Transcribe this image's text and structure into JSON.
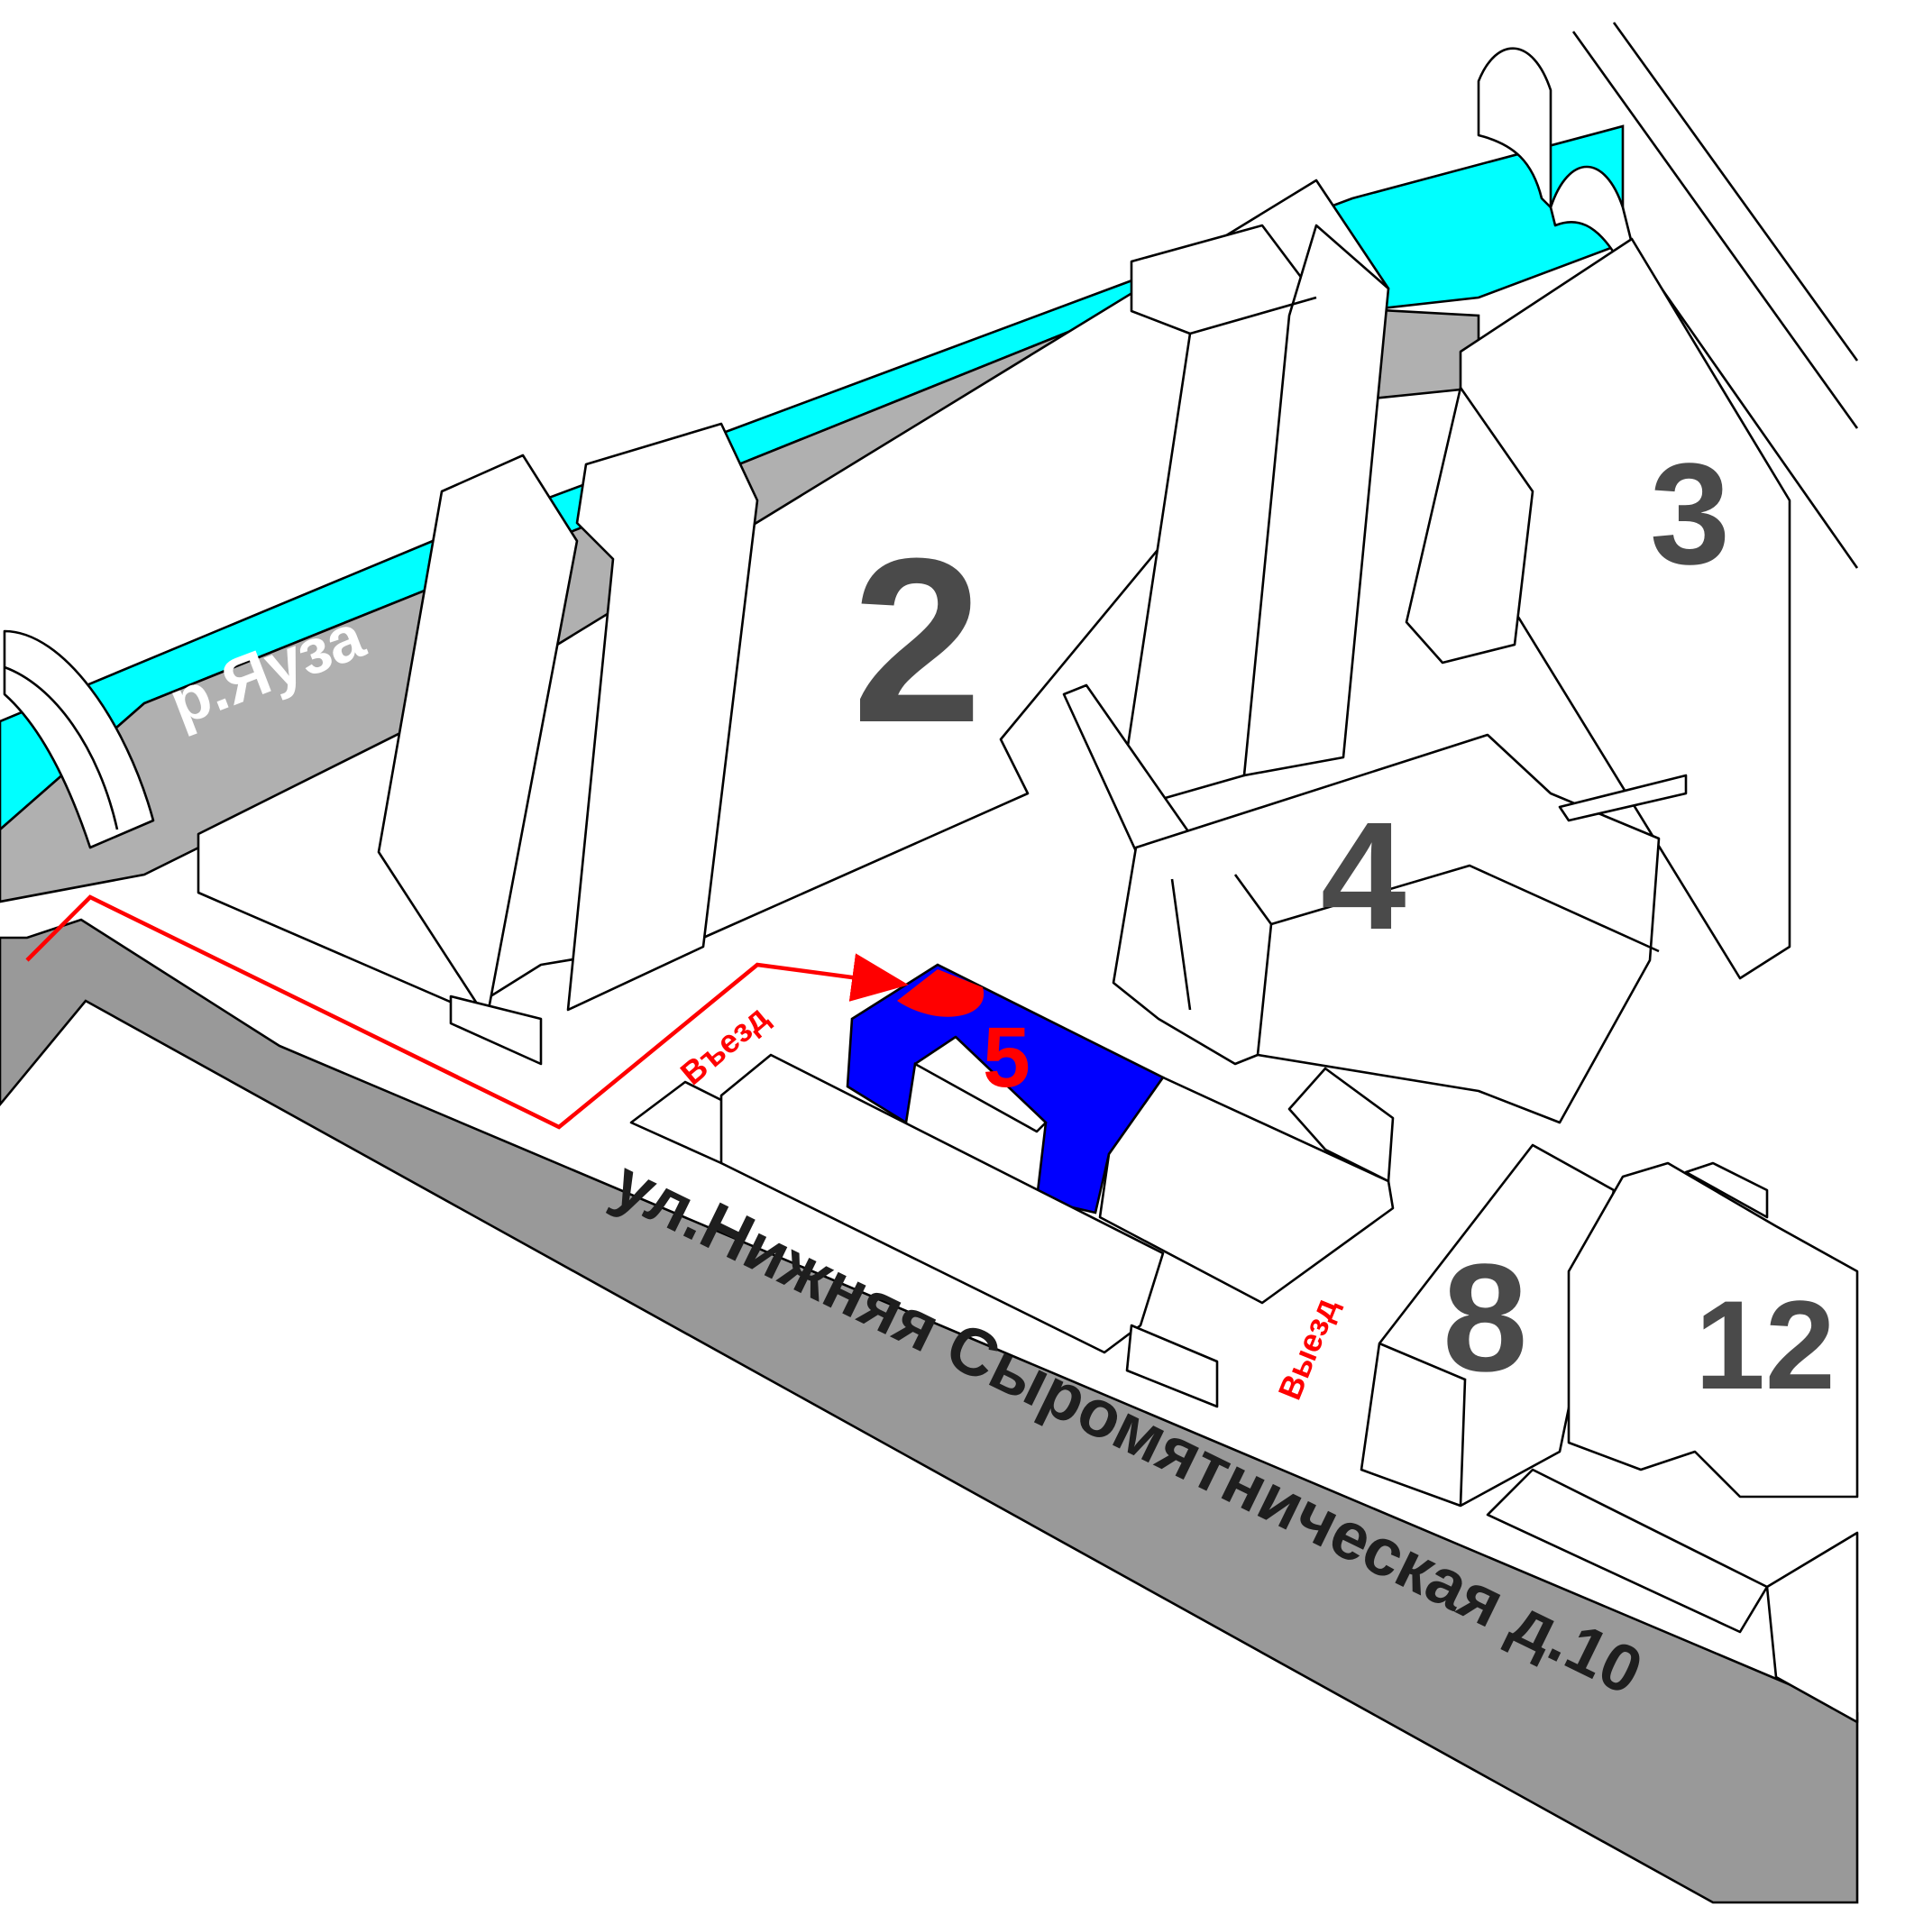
{
  "river": {
    "label": "р.Яуза"
  },
  "street": {
    "label": "ул.Нижняя Сыромятническая д.10"
  },
  "entrance": {
    "label": "Въезд"
  },
  "exit": {
    "label": "Выезд"
  },
  "buildings": {
    "b2": "2",
    "b3": "3",
    "b4": "4",
    "b5": "5",
    "b8": "8",
    "b12": "12"
  },
  "colors": {
    "river": "#00ffff",
    "embankment": "#b0b0b0",
    "street": "#999999",
    "target_building": "#0000ff",
    "highlight": "#ff0000",
    "route": "#ff0000",
    "building_number": "#4a4a4a"
  }
}
